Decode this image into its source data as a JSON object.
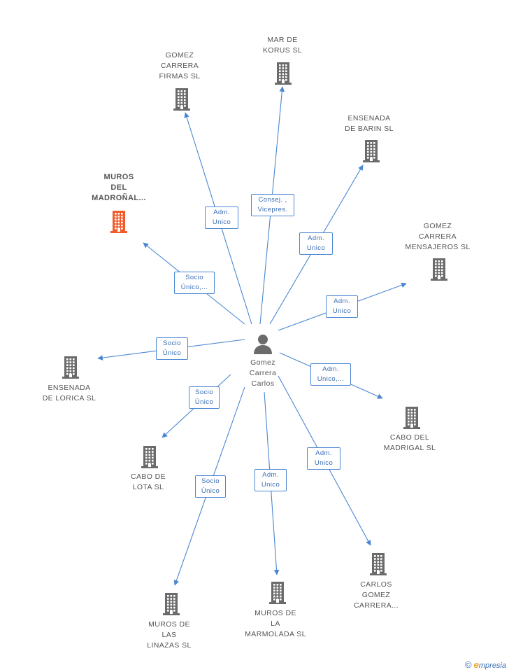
{
  "center": {
    "name_lines": [
      "Gomez",
      "Carrera",
      "Carlos"
    ],
    "icon": "person-icon"
  },
  "colors": {
    "edge": "#4a86d2",
    "building": "#6b6b6b",
    "highlight": "#f15a2b"
  },
  "nodes": [
    {
      "id": "mar-de-korus",
      "lines": [
        "MAR DE",
        "KORUS SL"
      ],
      "highlight": false,
      "role_lines": [
        "Consej. ,",
        "Vicepres."
      ]
    },
    {
      "id": "gomez-carrera-firmas",
      "lines": [
        "GOMEZ",
        "CARRERA",
        "FIRMAS SL"
      ],
      "highlight": false,
      "role_lines": [
        "Adm.",
        "Unico"
      ]
    },
    {
      "id": "ensenada-de-barin",
      "lines": [
        "ENSENADA",
        "DE BARIN SL"
      ],
      "highlight": false,
      "role_lines": [
        "Adm.",
        "Unico"
      ]
    },
    {
      "id": "muros-del-madronal",
      "lines": [
        "MUROS",
        "DEL",
        "MADROÑAL..."
      ],
      "highlight": true,
      "role_lines": [
        "Socio",
        "Único,..."
      ]
    },
    {
      "id": "gomez-carrera-mensajeros",
      "lines": [
        "GOMEZ",
        "CARRERA",
        "MENSAJEROS SL"
      ],
      "highlight": false,
      "role_lines": [
        "Adm.",
        "Unico"
      ]
    },
    {
      "id": "ensenada-de-lorica",
      "lines": [
        "ENSENADA",
        "DE LORICA  SL"
      ],
      "highlight": false,
      "role_lines": [
        "Socio",
        "Único"
      ]
    },
    {
      "id": "cabo-del-madrigal",
      "lines": [
        "CABO DEL",
        "MADRIGAL  SL"
      ],
      "highlight": false,
      "role_lines": [
        "Adm.",
        "Unico,..."
      ]
    },
    {
      "id": "cabo-de-lota",
      "lines": [
        "CABO DE",
        "LOTA  SL"
      ],
      "highlight": false,
      "role_lines": [
        "Socio",
        "Único"
      ]
    },
    {
      "id": "muros-de-las-linazas",
      "lines": [
        "MUROS DE",
        "LAS",
        "LINAZAS  SL"
      ],
      "highlight": false,
      "role_lines": [
        "Socio",
        "Único"
      ]
    },
    {
      "id": "muros-de-la-marmolada",
      "lines": [
        "MUROS DE",
        "LA",
        "MARMOLADA SL"
      ],
      "highlight": false,
      "role_lines": [
        "Adm.",
        "Unico"
      ]
    },
    {
      "id": "carlos-gomez-carrera",
      "lines": [
        "CARLOS",
        "GOMEZ",
        "CARRERA..."
      ],
      "highlight": false,
      "role_lines": [
        "Adm.",
        "Unico"
      ]
    }
  ],
  "footer": {
    "copyright": "©",
    "brand_initial": "e",
    "brand_rest": "mpresia"
  }
}
